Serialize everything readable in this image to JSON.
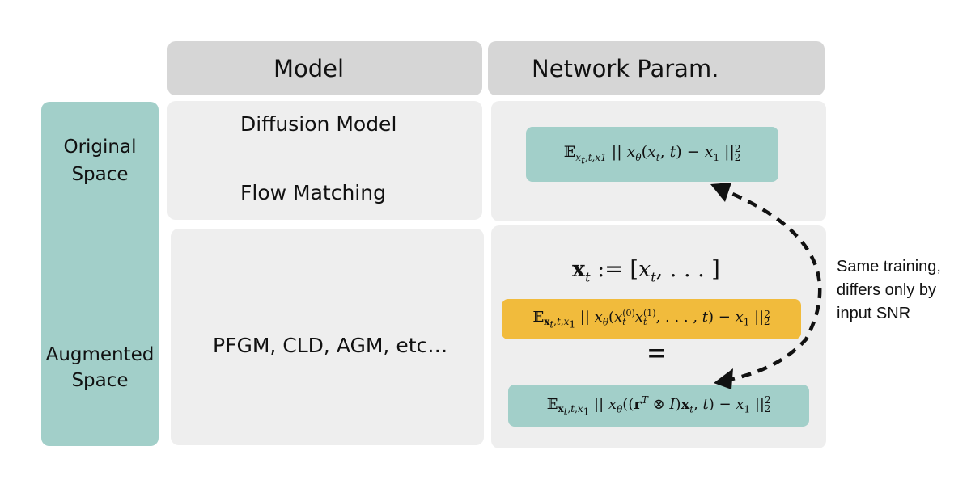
{
  "headers": {
    "model": "Model",
    "network": "Network Param."
  },
  "rows": {
    "original": {
      "label_line1": "Original",
      "label_line2": "Space",
      "models": [
        "Diffusion Model",
        "Flow Matching"
      ]
    },
    "augmented": {
      "label_line1": "Augmented",
      "label_line2": "Space",
      "models": "PFGM, CLD, AGM, etc…"
    }
  },
  "equations": {
    "orig_loss": "𝔼x_t,t,x1 ||xθ(x_t, t) − x1||₂²",
    "aug_def": "x_t := [x_t, … ]",
    "aug_loss": "𝔼x_t,t,x1 ||xθ(x_t^(0) x_t^(1), …, t) − x1||₂²",
    "equals": "=",
    "aug_loss_equiv": "𝔼x_t,t,x1 ||xθ((r^T ⊗ I) x_t, t) − x1||₂²"
  },
  "annotation": {
    "line1": "Same training,",
    "line2": "differs only by",
    "line3": "input SNR"
  },
  "colors": {
    "header_bg": "#d6d6d6",
    "cell_bg": "#eeeeee",
    "teal": "#a2cfc9",
    "gold": "#f1bb3c"
  }
}
